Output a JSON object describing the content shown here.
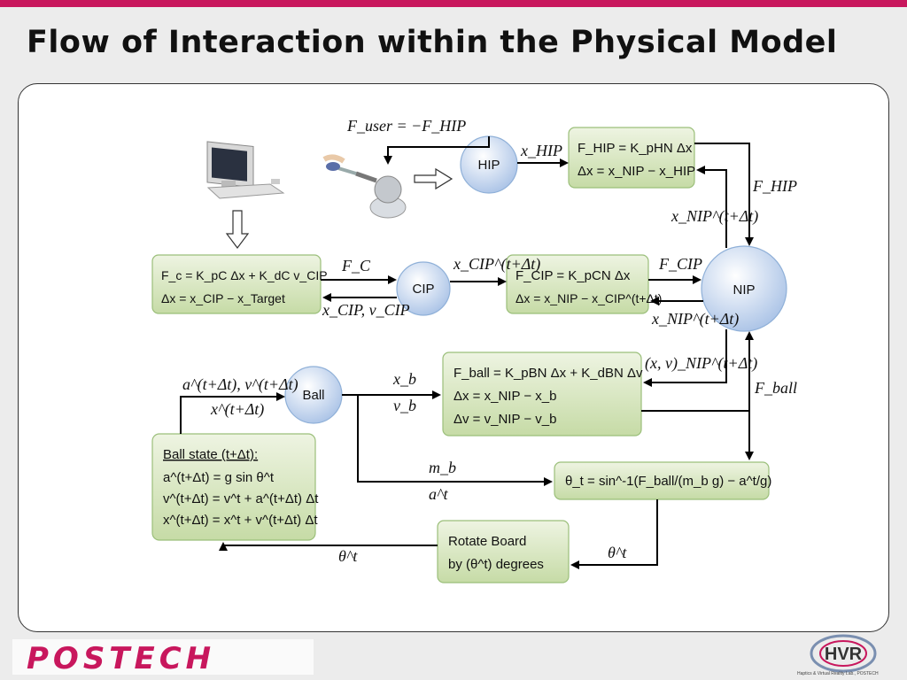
{
  "slide": {
    "title": "Flow of Interaction within the Physical Model",
    "accent_color": "#c8175d"
  },
  "nodes": {
    "hip": "HIP",
    "cip": "CIP",
    "nip": "NIP",
    "ball": "Ball"
  },
  "boxes": {
    "hip_eq": {
      "line1": "F_HIP = K_pHN Δx",
      "line2": "Δx = x_NIP − x_HIP"
    },
    "fc_eq": {
      "line1": "F_c = K_pC Δx + K_dC v_CIP",
      "line2": "Δx = x_CIP − x_Target"
    },
    "cip_eq": {
      "line1": "F_CIP = K_pCN Δx",
      "line2": "Δx = x_NIP − x_CIP^(t+Δt)"
    },
    "ball_eq": {
      "line1": "F_ball = K_pBN Δx + K_dBN Δv",
      "line2": "Δx = x_NIP − x_b",
      "line3": "Δv = v_NIP − v_b"
    },
    "ball_state": {
      "heading": "Ball state (t+Δt):",
      "line1": "a^(t+Δt) = g sin θ^t",
      "line2": "v^(t+Δt) = v^t + a^(t+Δt) Δt",
      "line3": "x^(t+Δt) = x^t + v^(t+Δt) Δt"
    },
    "theta_eq": {
      "line1": "θ_t = sin^-1(F_ball/(m_b g) − a^t/g)"
    },
    "rotate": {
      "line1": "Rotate Board",
      "line2": "by (θ^t) degrees"
    }
  },
  "labels": {
    "f_user": "F_user = −F_HIP",
    "x_hip": "x_HIP",
    "f_hip": "F_HIP",
    "x_nip": "x_NIP^(t+Δt)",
    "f_c": "F_C",
    "x_cip_top": "x_CIP^(t+Δt)",
    "x_cip_v_cip": "x_CIP, v_CIP",
    "f_cip": "F_CIP",
    "x_nip_2": "x_NIP^(t+Δt)",
    "xv_nip": "(x, v)_NIP^(t+Δt)",
    "f_ball": "F_ball",
    "a_v": "a^(t+Δt), v^(t+Δt)",
    "x_t": "x^(t+Δt)",
    "x_b": "x_b",
    "v_b": "v_b",
    "m_b": "m_b",
    "a_t": "a^t",
    "theta_left": "θ^t",
    "theta_right": "θ^t"
  },
  "footer": {
    "brand": "POSTECH",
    "lab_logo": "HVR",
    "lab_caption": "Haptics & Virtual Reality Lab., POSTECH"
  },
  "colors": {
    "box_fill": "#d8e6c0",
    "node_fill": "#c9d9ef",
    "footer_brand": "#c8175d"
  }
}
